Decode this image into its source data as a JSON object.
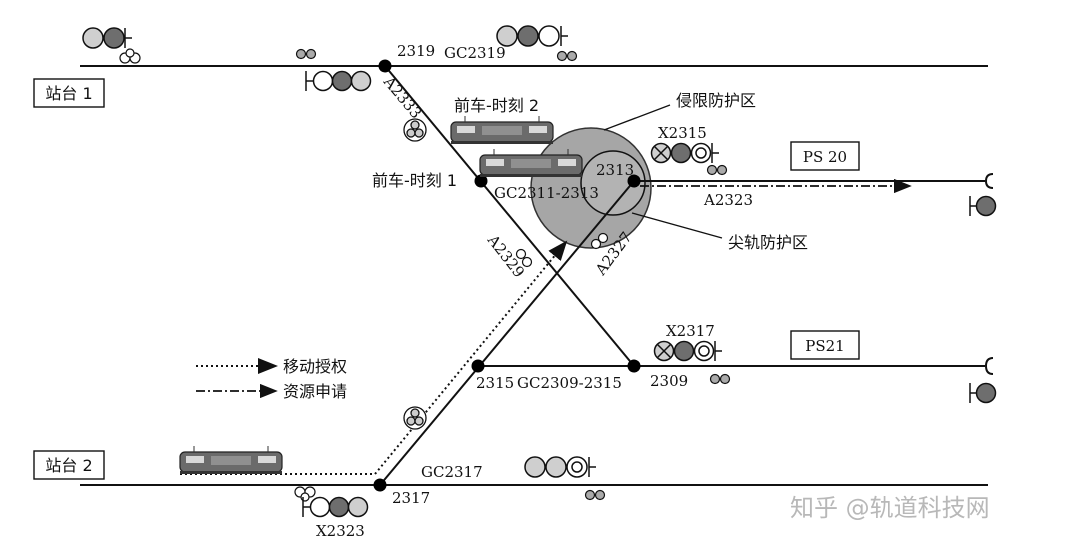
{
  "stations": {
    "platform1": "站台 1",
    "platform2": "站台 2"
  },
  "platforms": {
    "ps20": "PS 20",
    "ps21": "PS21"
  },
  "switches": {
    "s2319": "2319",
    "s2313": "2313",
    "s2315": "2315",
    "s2309": "2309",
    "s2317": "2317"
  },
  "sections": {
    "gc2319": "GC2319",
    "gc2311_2313": "GC2311-2313",
    "gc2309_2315": "GC2309-2315",
    "gc2317": "GC2317"
  },
  "routes": {
    "a2333": "A2333",
    "a2323": "A2323",
    "a2329": "A2329",
    "a2327": "A2327"
  },
  "signals": {
    "x2315": "X2315",
    "x2317": "X2317",
    "x2323": "X2323"
  },
  "trains": {
    "front_t2": "前车-时刻 2",
    "front_t1": "前车-时刻 1"
  },
  "zones": {
    "intrusion": "侵限防护区",
    "switch_point": "尖轨防护区"
  },
  "legend": {
    "movement_authority": "移动授权",
    "resource_request": "资源申请"
  },
  "watermark": "知乎 @轨道科技网",
  "colors": {
    "track": "#111111",
    "zone_fill": "#a6a6a6",
    "signal_dark": "#6e6e6e",
    "signal_light": "#cfcfcf"
  }
}
